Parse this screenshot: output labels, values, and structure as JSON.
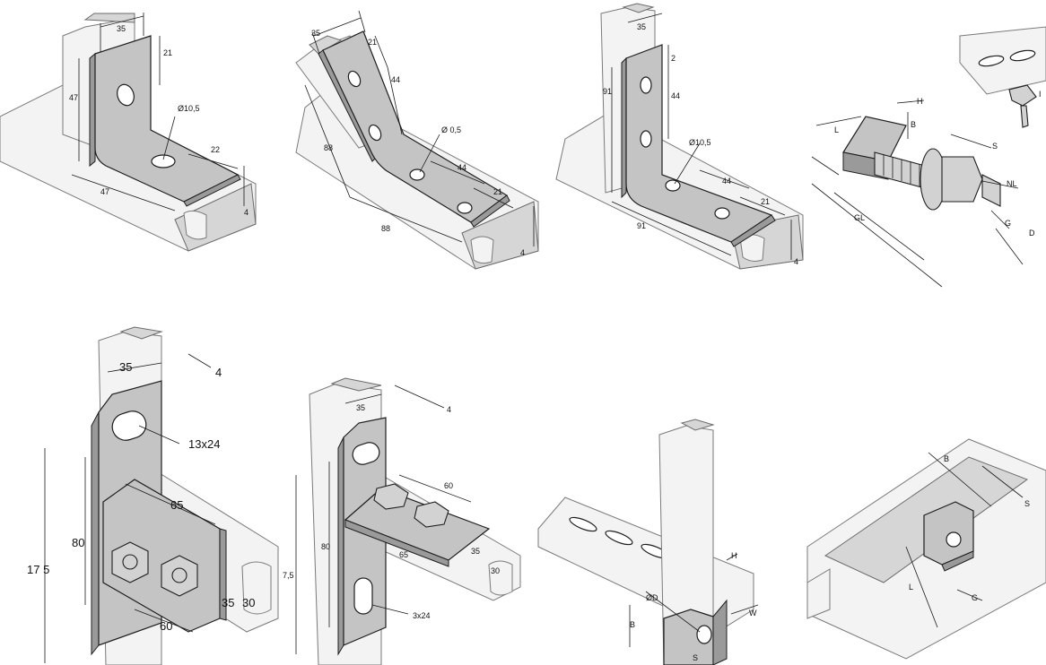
{
  "labels": {
    "p1": {
      "w": "35",
      "h_top": "21",
      "side": "47",
      "bottom": "47",
      "hole": "Ø10,5",
      "d1": "22",
      "thk": "4"
    },
    "p2": {
      "w": "35",
      "h_top": "21",
      "h_mid": "44",
      "side": "88",
      "hole": "Ø  0,5",
      "d1": "44",
      "d2": "21",
      "bottom": "88",
      "thk": "4"
    },
    "p3": {
      "w": "35",
      "h_top": "2",
      "h_mid": "44",
      "side": "91",
      "hole": "Ø10,5",
      "d1": "44",
      "d2": "21",
      "bottom": "91",
      "thk": "4"
    },
    "p4": {
      "h": "H",
      "b": "B",
      "l": "L",
      "s": "S",
      "nl": "NL",
      "gl": "GL",
      "g": "G",
      "d": "D",
      "edge": "I"
    },
    "p5": {
      "w": "35",
      "thk": "4",
      "slot": "13x24",
      "h_total": "17 5",
      "h_inner": "80",
      "ext": "65",
      "c1": "35",
      "c2": "30",
      "bottom": "60"
    },
    "p6": {
      "w": "35",
      "thk": "4",
      "h_total": "7,5",
      "h_inner": "80",
      "top": "60",
      "ext": "65",
      "c1": "35",
      "c2": "30",
      "slot": "3x24"
    },
    "p7": {
      "h": "H",
      "d": "ØD",
      "b": "B",
      "w": "W",
      "s": "S"
    },
    "p8": {
      "b": "B",
      "s": "S",
      "l": "L",
      "g": "G"
    }
  }
}
